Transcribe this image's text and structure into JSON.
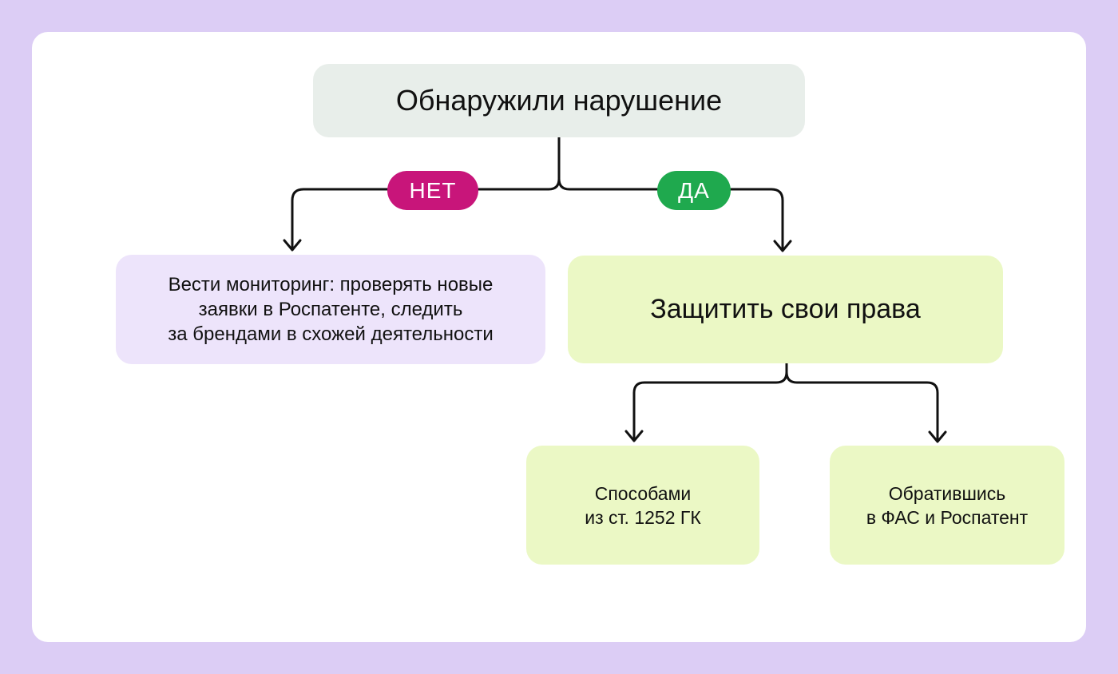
{
  "diagram": {
    "root": {
      "label": "Обнаружили нарушение"
    },
    "branch_no": {
      "tag": "НЕТ",
      "color": "#c8157a",
      "lines": [
        "Вести мониторинг: проверять новые",
        "заявки в Роспатенте, следить",
        "за брендами в схожей деятельности"
      ]
    },
    "branch_yes": {
      "tag": "ДА",
      "color": "#1fa94e",
      "label": "Защитить свои права",
      "methods": [
        {
          "lines": [
            "Способами",
            "из ст. 1252 ГК"
          ]
        },
        {
          "lines": [
            "Обратившись",
            "в ФАС и Роспатент"
          ]
        }
      ]
    }
  }
}
